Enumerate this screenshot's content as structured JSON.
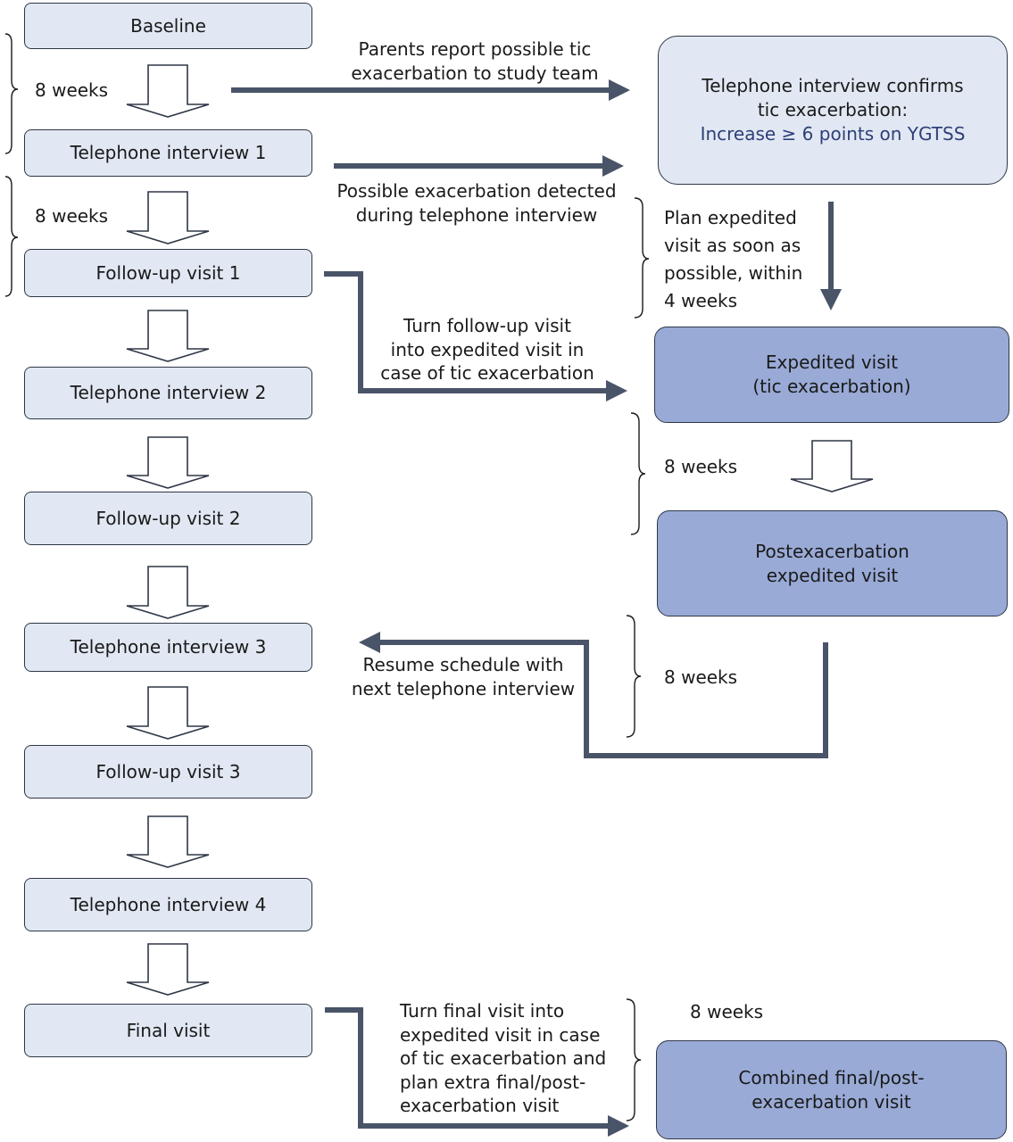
{
  "left_column": [
    {
      "id": "baseline",
      "label": "Baseline"
    },
    {
      "id": "tel1",
      "label": "Telephone interview 1"
    },
    {
      "id": "fu1",
      "label": "Follow-up visit 1"
    },
    {
      "id": "tel2",
      "label": "Telephone interview 2"
    },
    {
      "id": "fu2",
      "label": "Follow-up visit 2"
    },
    {
      "id": "tel3",
      "label": "Telephone interview 3"
    },
    {
      "id": "fu3",
      "label": "Follow-up visit 3"
    },
    {
      "id": "tel4",
      "label": "Telephone interview 4"
    },
    {
      "id": "final",
      "label": "Final visit"
    }
  ],
  "intervals": {
    "a": "8 weeks",
    "b": "8 weeks",
    "c": "8 weeks",
    "d": "8 weeks",
    "e": "8 weeks"
  },
  "confirm_box": {
    "line1": "Telephone interview confirms",
    "line2": "tic exacerbation:",
    "criterion": "Increase ≥ 6 points on YGTSS"
  },
  "right_boxes": {
    "expedited": {
      "line1": "Expedited visit",
      "line2": "(tic exacerbation)"
    },
    "post": {
      "line1": "Postexacerbation",
      "line2": "expedited visit"
    },
    "combined": {
      "line1": "Combined final/post-",
      "line2": "exacerbation visit"
    }
  },
  "annotations": {
    "parents_report": [
      "Parents report possible tic",
      "exacerbation to study team"
    ],
    "possible_detected": [
      "Possible exacerbation detected",
      "during telephone interview"
    ],
    "plan_expedited": [
      "Plan expedited",
      "visit as soon as",
      "possible, within",
      "4 weeks"
    ],
    "turn_followup": [
      "Turn follow-up visit",
      "into expedited visit in",
      "case of tic exacerbation"
    ],
    "resume": [
      "Resume schedule with",
      "next telephone interview"
    ],
    "turn_final": [
      "Turn final visit into",
      "expedited visit in case",
      "of tic exacerbation and",
      "plan extra final/post-",
      "exacerbation visit"
    ]
  },
  "colors": {
    "light_box": "#e1e8f3",
    "dark_box": "#99aad6",
    "arrow": "#4a5468",
    "criterion_text": "#2d3f78"
  }
}
